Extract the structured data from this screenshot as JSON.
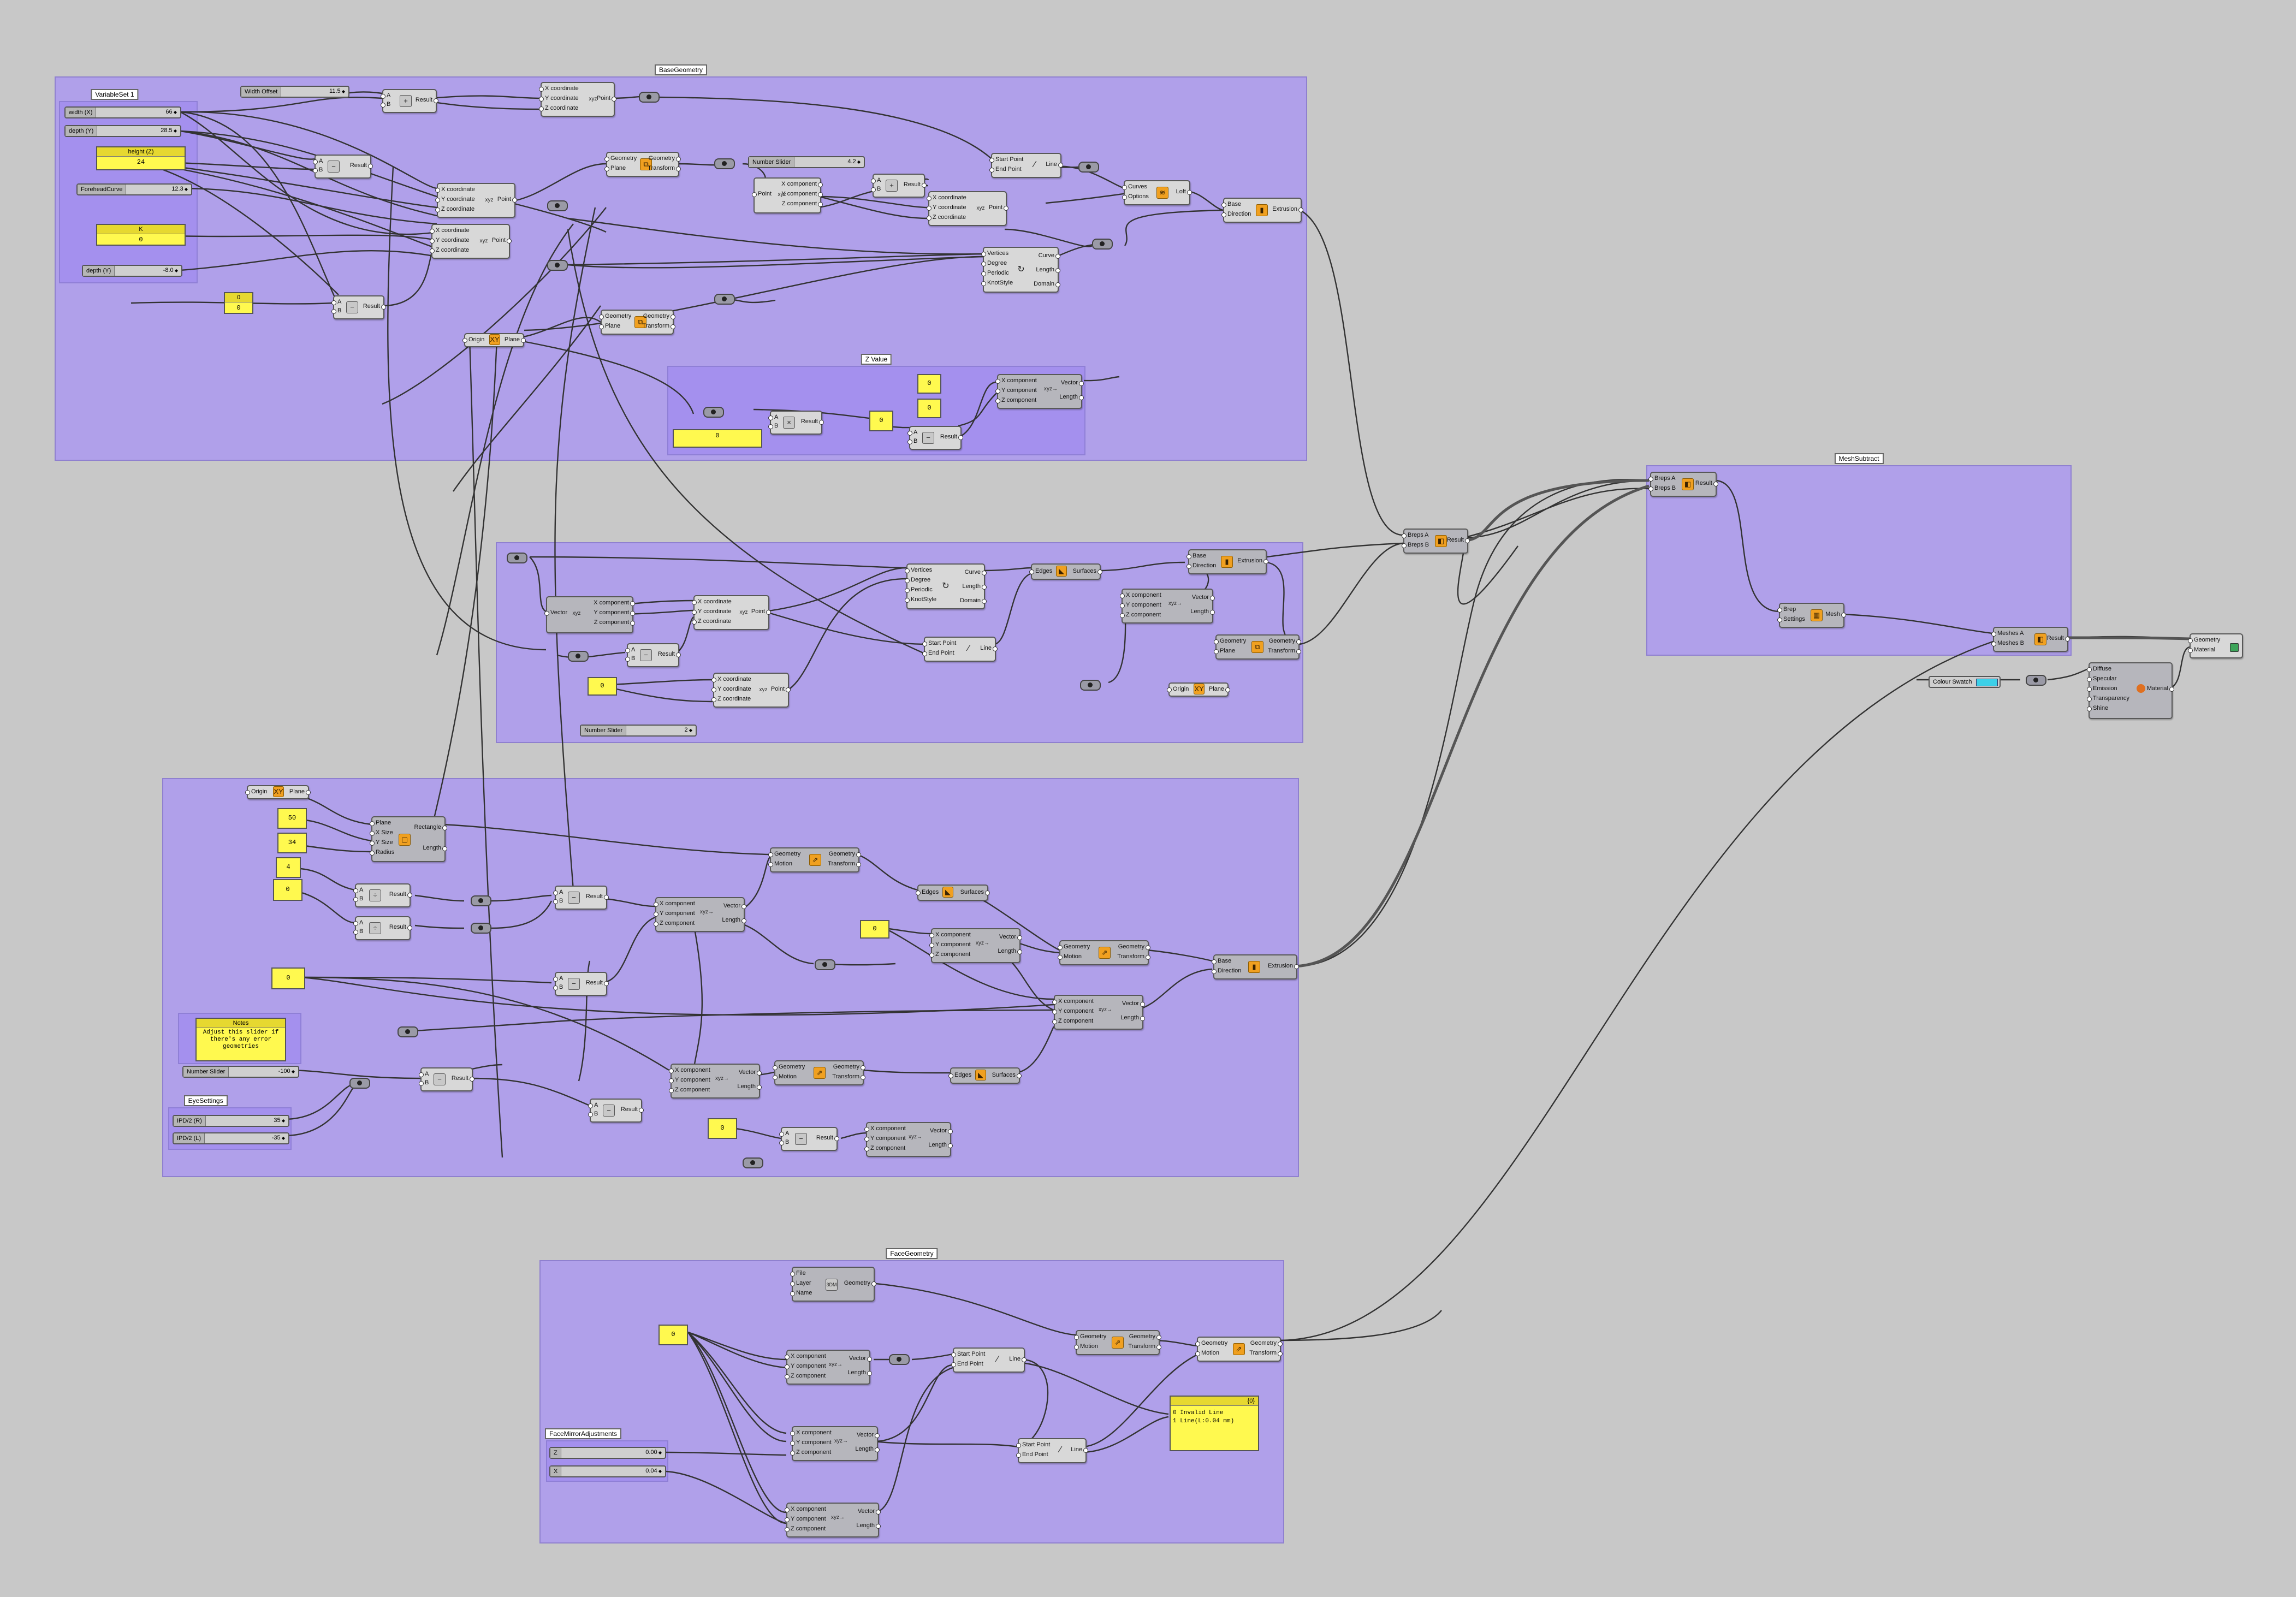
{
  "canvas": {
    "background": "#c8c8c8",
    "group_color": "#b0a0ea",
    "wire_color": "#333333",
    "panel_color": "#fff94f"
  },
  "groups": {
    "base_geometry": "BaseGeometry",
    "variable_set": "VariableSet 1",
    "z_value": "Z Value",
    "eye_settings": "EyeSettings",
    "notes": "Notes",
    "mesh_subtract": "MeshSubtract",
    "face_geometry": "FaceGeometry",
    "face_mirror_adjustments": "FaceMirrorAdjustments"
  },
  "sliders": {
    "width_offset": {
      "label": "Width Offset",
      "value": "11.5"
    },
    "width_x": {
      "label": "width (X)",
      "value": "66"
    },
    "depth_y": {
      "label": "depth (Y)",
      "value": "28.5"
    },
    "forehead_curve": {
      "label": "ForeheadCurve",
      "value": "12.3"
    },
    "depth_neg": {
      "label": "depth (Y)",
      "value": "-8.0"
    },
    "number_slider_top": {
      "label": "Number Slider",
      "value": "4.2"
    },
    "number_slider_mid": {
      "label": "Number Slider",
      "value": "2"
    },
    "number_slider_notes": {
      "label": "Number Slider",
      "value": "-100"
    },
    "ipd_r": {
      "label": "IPD/2 (R)",
      "value": "35"
    },
    "ipd_l": {
      "label": "IPD/2 (L)",
      "value": "-35"
    },
    "face_offset_1": {
      "label": "Z",
      "value": "0.00"
    },
    "face_offset_2": {
      "label": "X",
      "value": "0.04"
    }
  },
  "panels": {
    "height": {
      "title": "height (Z)",
      "value": "24"
    },
    "k1": {
      "title": "K",
      "value": "0"
    },
    "p0a": {
      "title": "0",
      "value": "0"
    },
    "zp1": "0",
    "zp2": "0",
    "zp3": "0",
    "zp4": "0",
    "mid0": "0",
    "r50": "50",
    "r34": "34",
    "r4": "4",
    "r0": "0",
    "c0a": "0",
    "c0b": "0",
    "c0c": "0",
    "notes_body": "Adjust this slider if there's any error geometries",
    "face0": "0",
    "output": {
      "title": "{0}",
      "lines": [
        "0 Invalid Line",
        "1 Line(L:0.04 mm)"
      ]
    }
  },
  "components": {
    "result": "Result",
    "a": "A",
    "b": "B",
    "point": "Point",
    "xcoord": "X coordinate",
    "ycoord": "Y coordinate",
    "zcoord": "Z coordinate",
    "xcomp": "X component",
    "ycomp": "Y component",
    "zcomp": "Z component",
    "vector": "Vector",
    "length": "Length",
    "geometry": "Geometry",
    "plane": "Plane",
    "transform": "Transform",
    "motion": "Motion",
    "start_point": "Start Point",
    "end_point": "End Point",
    "line": "Line",
    "curves": "Curves",
    "options": "Options",
    "loft": "Loft",
    "base": "Base",
    "direction": "Direction",
    "extrusion": "Extrusion",
    "vertices": "Vertices",
    "degree": "Degree",
    "periodic": "Periodic",
    "knotstyle": "KnotStyle",
    "curve": "Curve",
    "domain": "Domain",
    "origin": "Origin",
    "edges": "Edges",
    "surfaces": "Surfaces",
    "rectangle": "Rectangle",
    "x_size": "X Size",
    "y_size": "Y Size",
    "radius": "Radius",
    "breps_a": "Breps A",
    "breps_b": "Breps B",
    "brep": "Brep",
    "settings": "Settings",
    "mesh": "Mesh",
    "meshes_a": "Meshes A",
    "meshes_b": "Meshes B",
    "material": "Material",
    "diffuse": "Diffuse",
    "specular": "Specular",
    "emission": "Emission",
    "transparency": "Transparency",
    "shine": "Shine",
    "file": "File",
    "layer": "Layer",
    "name": "Name",
    "colour_swatch": "Colour Swatch"
  }
}
